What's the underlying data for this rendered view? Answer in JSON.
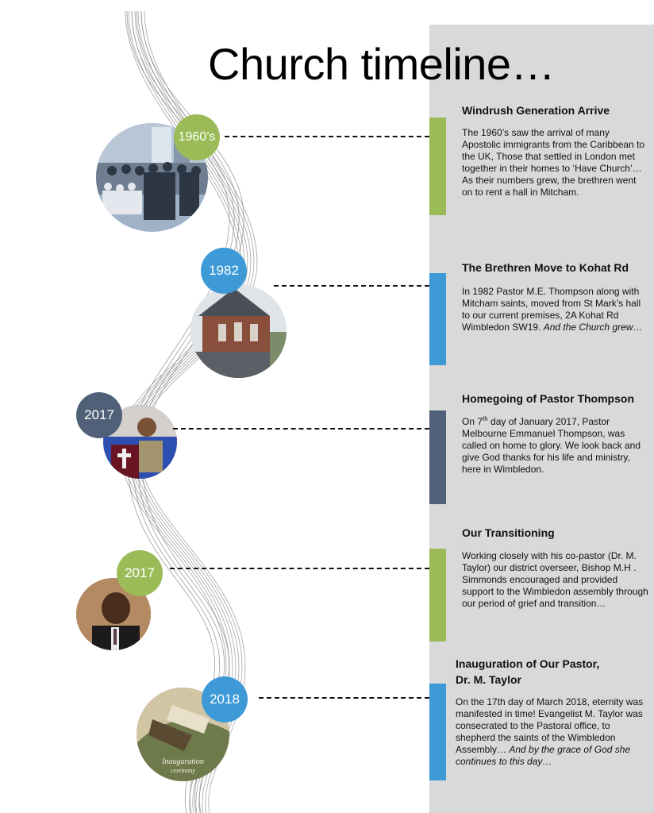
{
  "title": "Church timeline…",
  "colors": {
    "green": "#9bbb59",
    "blue": "#3d9ad7",
    "slate": "#4f6078",
    "panel": "#d9d9d9"
  },
  "events": [
    {
      "badge": "1960’s",
      "title": "Windrush Generation Arrive",
      "body": "The 1960’s saw the arrival of many Apostolic immigrants from the Caribbean to the UK, Those that settled in London met together in their homes to ‘Have Church’… As their numbers grew, the brethren went on to rent a hall in Mitcham."
    },
    {
      "badge": "1982",
      "title": "The Brethren Move to Kohat Rd",
      "body": "In 1982 Pastor M.E. Thompson along with Mitcham saints, moved from St Mark’s hall to our current premises, 2A Kohat Rd Wimbledon SW19.",
      "body_italic": "And the Church grew…"
    },
    {
      "badge": "2017",
      "title": "Homegoing of Pastor Thompson",
      "body_pre": "On 7",
      "body_sup": "th",
      "body": " day of January 2017, Pastor Melbourne Emmanuel Thompson, was called on home to glory. We look back and give God thanks for his life and ministry, here in Wimbledon."
    },
    {
      "badge": "2017",
      "title": "Our Transitioning",
      "body": "Working closely with his co-pastor (Dr. M. Taylor) our district overseer, Bishop M.H . Simmonds encouraged and provided support to the Wimbledon assembly through our period of grief and transition…"
    },
    {
      "badge": "2018",
      "title_line1": "Inauguration of Our Pastor,",
      "title_line2": "Dr. M. Taylor",
      "body": "On the 17th day of March 2018, eternity was manifested in time! Evangelist M. Taylor was consecrated to the Pastoral office, to shepherd the saints of the Wimbledon Assembly…",
      "body_italic": "And by the grace of God she continues to this day…",
      "photo_caption_line1": "Inauguration",
      "photo_caption_line2": "ceremony"
    }
  ]
}
